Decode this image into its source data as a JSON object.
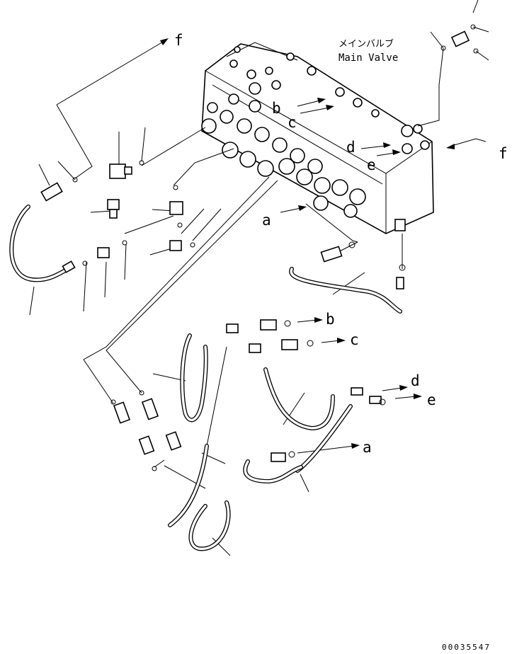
{
  "diagram": {
    "main_valve_label_jp": "メインバルブ",
    "main_valve_label_en": "Main Valve",
    "part_code": "00035547",
    "connection_labels": {
      "f_top": "f",
      "f_right": "f",
      "b_valve": "b",
      "c_valve": "c",
      "d_valve": "d",
      "e_valve": "e",
      "a_valve": "a",
      "b_hose": "b",
      "c_hose": "c",
      "d_hose": "d",
      "e_hose": "e",
      "a_hose": "a"
    }
  }
}
